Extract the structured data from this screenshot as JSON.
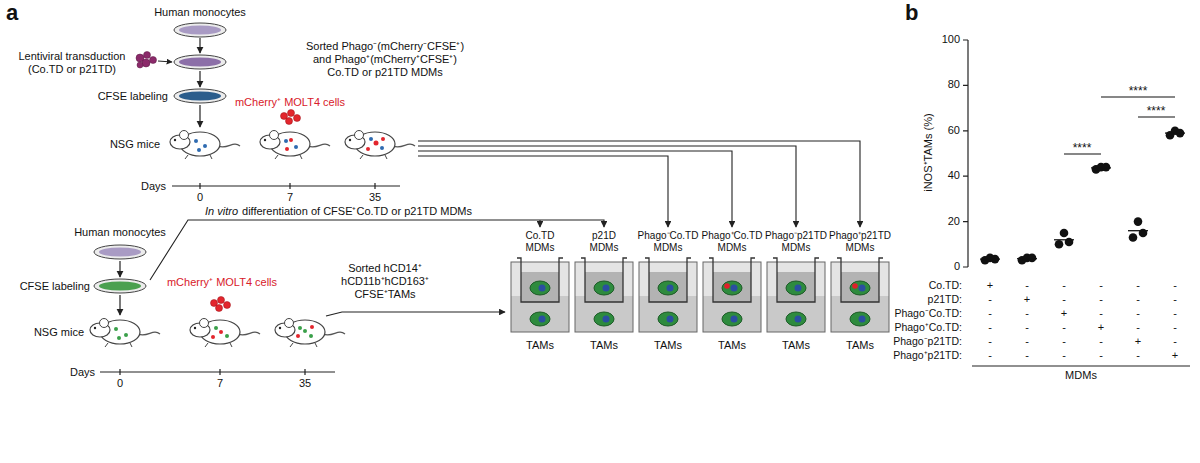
{
  "diagram": {
    "nodes": [
      {
        "text": [
          "Co.TD MDMs",
          "TAMs"
        ]
      },
      {
        "text": [
          "p21D MDMs",
          "TAMs"
        ]
      },
      {
        "text": [
          "Phago⁻Co.TD MDMs",
          "TAMs"
        ]
      },
      {
        "text": [
          "Phago⁺Co.TD MDMs",
          "TAMs"
        ]
      },
      {
        "text": [
          "Phago⁻p21TD MDMs",
          "TAMs"
        ]
      },
      {
        "text": [
          "Phago⁺p21TD MDMs",
          "TAMs"
        ]
      }
    ],
    "labels": [
      "a",
      "Human monocytes",
      "Lentiviral transduction (Co.TD or p21TD)",
      "CFSE labeling",
      "NSG mice",
      "mCherry⁺ MOLT4 cells",
      "Sorted Phago⁻(mCherry⁻CFSE⁺) and Phago⁺(mCherry⁺CFSE⁺) Co.TD or p21TD MDMs",
      "Days",
      "0",
      "7",
      "35",
      "In vitro",
      "differentiation of CFSE⁺Co.TD or p21TD MDMs",
      "Human monocytes",
      "CFSE labeling",
      "NSG mice",
      "mCherry⁺ MOLT4 cells",
      "Sorted hCD14⁺ hCD11b⁺hCD163⁺ CFSE⁺TAMs",
      "Days",
      "0",
      "7",
      "35",
      "b",
      "iNOS⁺TAMs (%)",
      "0",
      "20",
      "40",
      "60",
      "80",
      "100",
      "****",
      "****",
      "****",
      "Co.TD:",
      "p21TD:",
      "Phago⁻Co.TD:",
      "Phago⁺Co.TD:",
      "Phago⁻p21TD:",
      "Phago⁺p21TD:",
      "+",
      "-",
      "-",
      "-",
      "-",
      "-",
      "-",
      "+",
      "-",
      "-",
      "-",
      "-",
      "-",
      "-",
      "+",
      "-",
      "-",
      "-",
      "-",
      "-",
      "-",
      "+",
      "-",
      "-",
      "-",
      "-",
      "-",
      "-",
      "+",
      "-",
      "-",
      "-",
      "-",
      "-",
      "-",
      "+",
      "MDMs"
    ]
  }
}
